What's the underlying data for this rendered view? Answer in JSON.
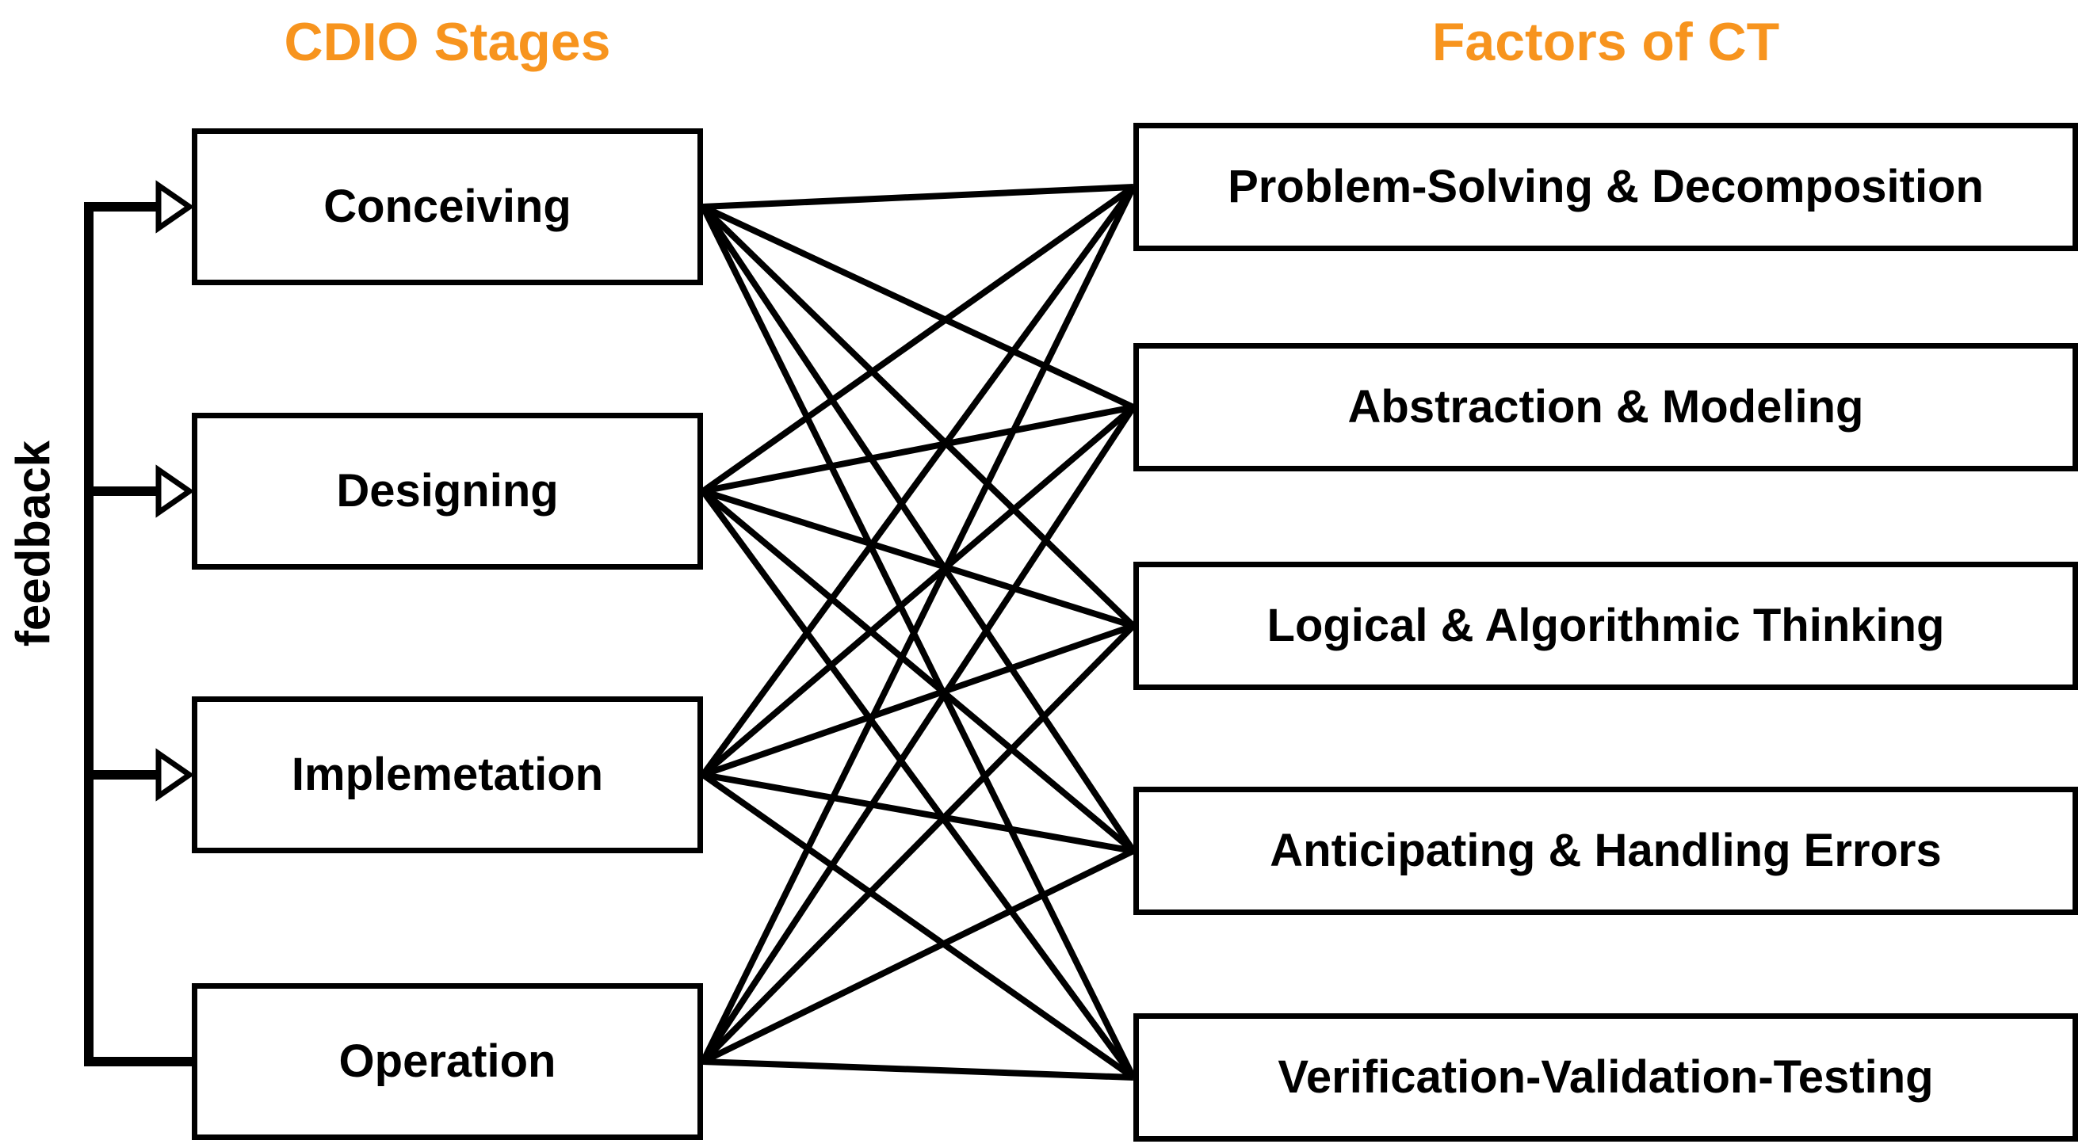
{
  "titles": {
    "left": "CDIO Stages",
    "right": "Factors of CT"
  },
  "colors": {
    "accent": "#F7941E",
    "line": "#000000",
    "box_background": "#FFFFFF"
  },
  "feedback": {
    "label": "feedback",
    "source": "operation",
    "targets": [
      "conceiving",
      "designing",
      "implementation"
    ]
  },
  "stages": [
    {
      "id": "conceiving",
      "label": "Conceiving"
    },
    {
      "id": "designing",
      "label": "Designing"
    },
    {
      "id": "implementation",
      "label": "Implemetation"
    },
    {
      "id": "operation",
      "label": "Operation"
    }
  ],
  "factors": [
    {
      "id": "problem_solving",
      "label": "Problem-Solving & Decomposition"
    },
    {
      "id": "abstraction",
      "label": "Abstraction & Modeling"
    },
    {
      "id": "logical",
      "label": "Logical & Algorithmic Thinking"
    },
    {
      "id": "anticipating",
      "label": "Anticipating & Handling Errors"
    },
    {
      "id": "verification",
      "label": "Verification-Validation-Testing"
    }
  ],
  "edges": [
    {
      "from": "conceiving",
      "to": "problem_solving"
    },
    {
      "from": "conceiving",
      "to": "abstraction"
    },
    {
      "from": "conceiving",
      "to": "logical"
    },
    {
      "from": "conceiving",
      "to": "anticipating"
    },
    {
      "from": "conceiving",
      "to": "verification"
    },
    {
      "from": "designing",
      "to": "problem_solving"
    },
    {
      "from": "designing",
      "to": "abstraction"
    },
    {
      "from": "designing",
      "to": "logical"
    },
    {
      "from": "designing",
      "to": "anticipating"
    },
    {
      "from": "designing",
      "to": "verification"
    },
    {
      "from": "implementation",
      "to": "problem_solving"
    },
    {
      "from": "implementation",
      "to": "abstraction"
    },
    {
      "from": "implementation",
      "to": "logical"
    },
    {
      "from": "implementation",
      "to": "anticipating"
    },
    {
      "from": "implementation",
      "to": "verification"
    },
    {
      "from": "operation",
      "to": "problem_solving"
    },
    {
      "from": "operation",
      "to": "abstraction"
    },
    {
      "from": "operation",
      "to": "logical"
    },
    {
      "from": "operation",
      "to": "anticipating"
    },
    {
      "from": "operation",
      "to": "verification"
    }
  ]
}
